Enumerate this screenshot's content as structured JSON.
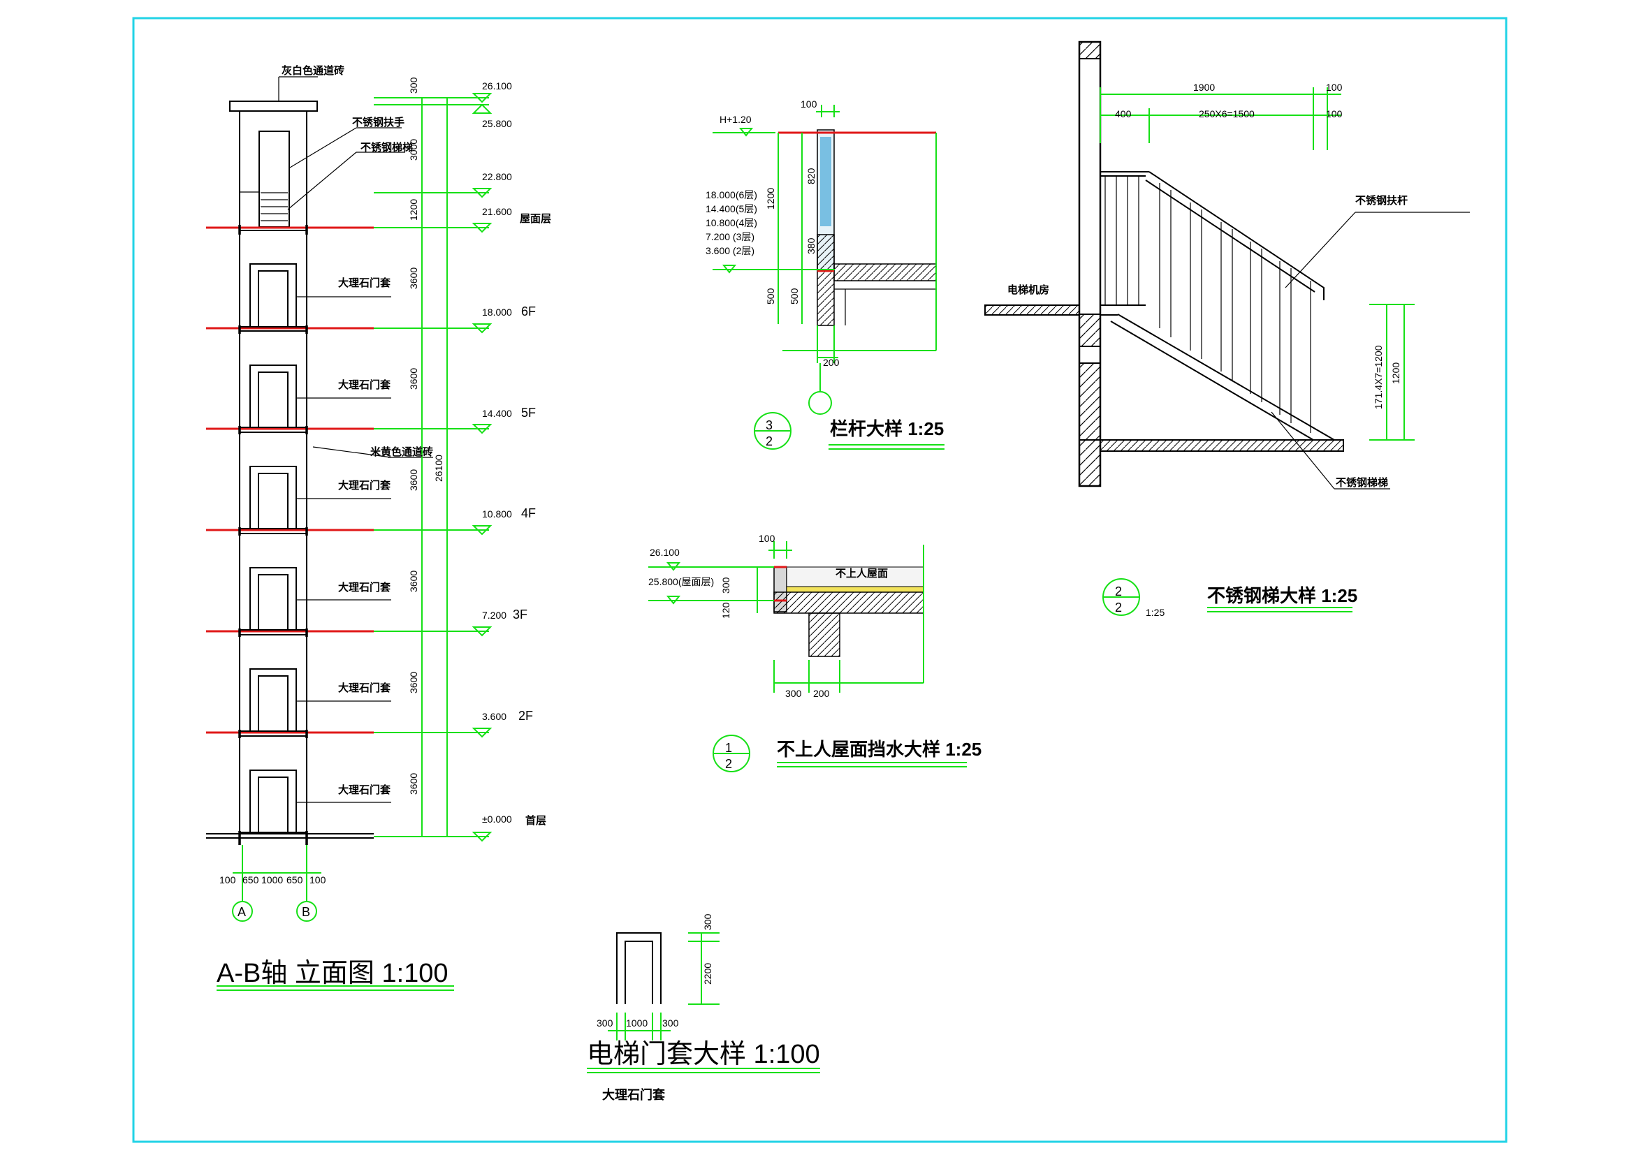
{
  "colors": {
    "frame": "#22d3e6",
    "dimension": "#16e016",
    "floor_line": "#e01818",
    "linework": "#000000",
    "fill_blue": "#4aa8d8",
    "fill_yellow": "#f2e35c"
  },
  "elevation": {
    "title": "A-B轴 立面图 1:100",
    "top_note": "灰白色通道砖",
    "rail_note": "不锈钢扶手",
    "stair_note": "不锈钢梯梯",
    "mid_note": "米黄色通道砖",
    "door_note": "大理石门套",
    "levels": [
      {
        "value": "26.100",
        "tag": ""
      },
      {
        "value": "25.800",
        "tag": ""
      },
      {
        "value": "22.800",
        "tag": ""
      },
      {
        "value": "21.600",
        "tag": "屋面层"
      },
      {
        "value": "18.000",
        "tag": "6F"
      },
      {
        "value": "14.400",
        "tag": "5F"
      },
      {
        "value": "10.800",
        "tag": "4F"
      },
      {
        "value": "7.200",
        "tag": "3F"
      },
      {
        "value": "3.600",
        "tag": "2F"
      },
      {
        "value": "±0.000",
        "tag": "首层"
      }
    ],
    "dims": [
      "300",
      "3000",
      "1200",
      "3600",
      "3600",
      "3600",
      "3600",
      "3600",
      "3600"
    ],
    "total": "26100",
    "bottom_dims": [
      "100",
      "650",
      "1000",
      "650",
      "100"
    ],
    "axes": [
      "A",
      "B"
    ]
  },
  "railing": {
    "title": "栏杆大样 1:25",
    "num_top": "3",
    "num_bottom": "2",
    "h_label": "H+1.20",
    "levels": [
      "18.000(6层)",
      "14.400(5层)",
      "10.800(4层)",
      "7.200 (3层)",
      "3.600 (2层)"
    ],
    "dims": [
      "100",
      "820",
      "1200",
      "380",
      "500",
      "500",
      "200"
    ]
  },
  "parapet": {
    "title": "不上人屋面挡水大样 1:25",
    "num_top": "1",
    "num_bottom": "2",
    "levels": [
      "26.100",
      "25.800(屋面层)"
    ],
    "note": "不上人屋面",
    "dims": [
      "100",
      "300",
      "120",
      "300",
      "200"
    ]
  },
  "stair": {
    "title": "不锈钢梯大样 1:25",
    "num_top": "2",
    "num_bottom": "2",
    "scale": "1:25",
    "top_dims": [
      "1900",
      "100",
      "400",
      "250X6=1500",
      "100"
    ],
    "machine_room": "电梯机房",
    "rail_label": "不锈钢扶杆",
    "ladder_label": "不锈钢梯梯",
    "right_dims": [
      "171.4X7=1200",
      "1200"
    ]
  },
  "door": {
    "title": "电梯门套大样 1:100",
    "subtitle": "大理石门套",
    "dims": [
      "300",
      "2200"
    ],
    "bottom_dims": [
      "300",
      "1000",
      "300"
    ]
  }
}
